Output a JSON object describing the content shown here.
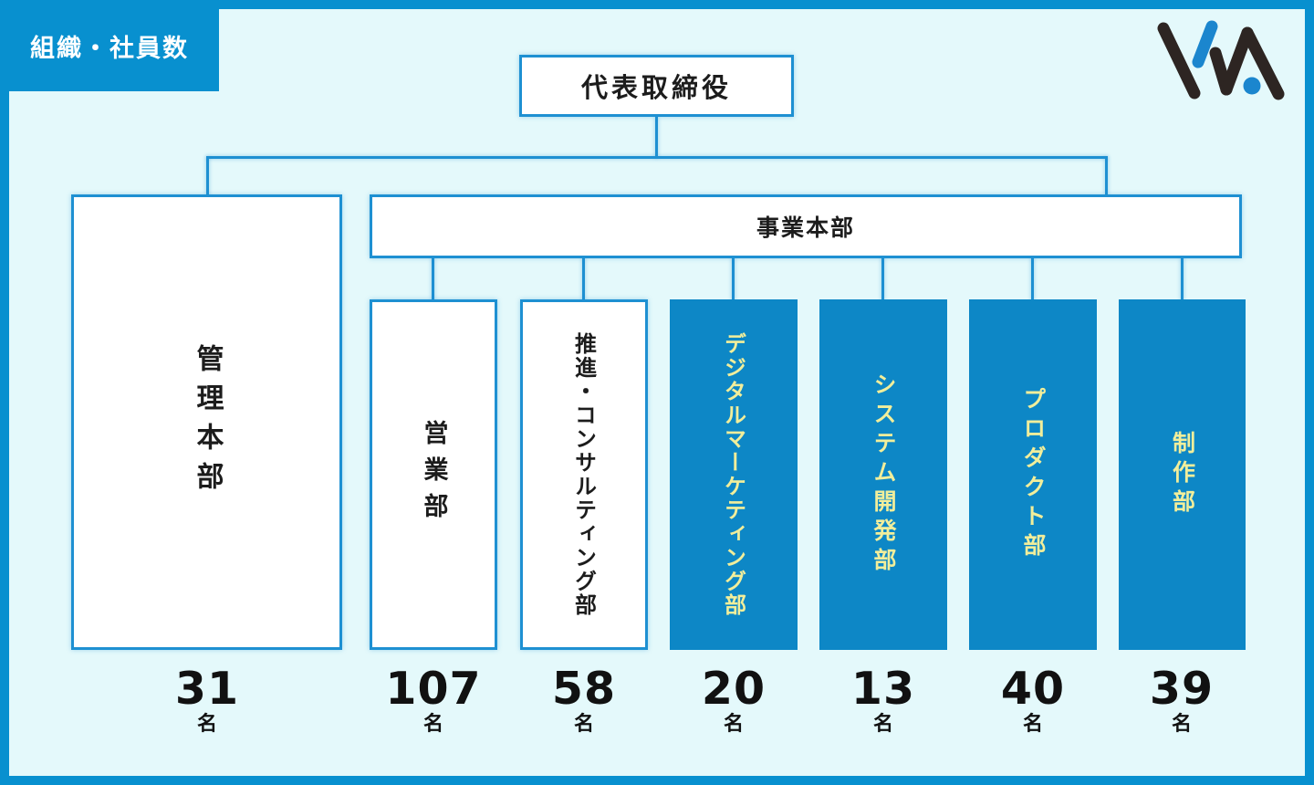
{
  "badge": {
    "label": "組織・社員数"
  },
  "logo": {
    "name": "company-logo"
  },
  "org_chart": {
    "root": {
      "label": "代表取締役"
    },
    "left_division": {
      "label": "管理本部",
      "count": "31",
      "unit": "名"
    },
    "business_division": {
      "label": "事業本部"
    },
    "departments": [
      {
        "label": "営業部",
        "count": "107",
        "unit": "名",
        "variant": "white"
      },
      {
        "label": "推進・コンサルティング部",
        "count": "58",
        "unit": "名",
        "variant": "white"
      },
      {
        "label": "デジタルマーケティング部",
        "count": "20",
        "unit": "名",
        "variant": "blue"
      },
      {
        "label": "システム開発部",
        "count": "13",
        "unit": "名",
        "variant": "blue"
      },
      {
        "label": "プロダクト部",
        "count": "40",
        "unit": "名",
        "variant": "blue"
      },
      {
        "label": "制作部",
        "count": "39",
        "unit": "名",
        "variant": "blue"
      }
    ],
    "colors": {
      "frame_blue": "#0890cf",
      "background": "#e4f9fb",
      "line_blue": "#1e90d2",
      "dept_blue_fill": "#0d87c6",
      "dept_blue_text": "#f1ee9b",
      "text_dark": "#1c1c1c",
      "logo_dark": "#2d2522",
      "logo_blue": "#1b86ce"
    }
  }
}
